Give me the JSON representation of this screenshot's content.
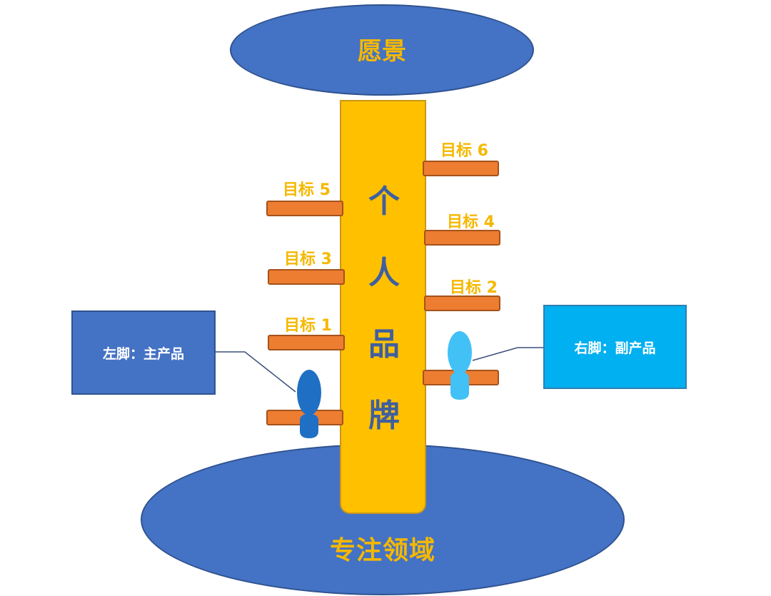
{
  "vision": "愿景",
  "focus_area": "专注领域",
  "pillar_chars": [
    "个",
    "人",
    "品",
    "牌"
  ],
  "goals": {
    "goal1": "目标 1",
    "goal2": "目标 2",
    "goal3": "目标 3",
    "goal4": "目标 4",
    "goal5": "目标 5",
    "goal6": "目标 6"
  },
  "left_foot": "左脚：主产品",
  "right_foot": "右脚：副产品",
  "icons": {
    "left_foot": "shoe-print-icon",
    "right_foot": "shoe-print-icon"
  },
  "colors": {
    "ellipse": "#4472c4",
    "pillar": "#ffc000",
    "rung": "#ed7d31",
    "text_gold": "#f5b800",
    "left_box": "#4472c4",
    "right_box": "#00b0f0",
    "left_shoe": "#1f6fc5",
    "right_shoe": "#41c1f5"
  }
}
